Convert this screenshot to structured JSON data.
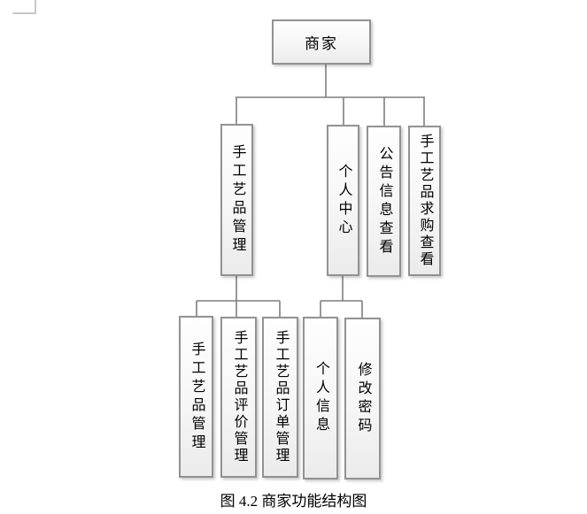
{
  "caption": "图 4.2 商家功能结构图",
  "diagram": {
    "root": {
      "label": "商家"
    },
    "level2": [
      {
        "label": "手工艺品管理"
      },
      {
        "label": "个人中心"
      },
      {
        "label": "公告信息查看"
      },
      {
        "label": "手工艺品求购查看"
      }
    ],
    "level3": {
      "handicraft": [
        {
          "label": "手工艺品管理"
        },
        {
          "label": "手工艺品评价管理"
        },
        {
          "label": "手工艺品订单管理"
        }
      ],
      "personal": [
        {
          "label": "个人信息"
        },
        {
          "label": "修改密码"
        }
      ]
    }
  },
  "colors": {
    "background": "#ffffff",
    "node_border": "#929292",
    "node_fill_top": "#fefefe",
    "node_fill_bottom": "#ebebeb",
    "connector": "#7f7f7f",
    "corner_mark": "#c8c8c8",
    "text": "#000000"
  }
}
